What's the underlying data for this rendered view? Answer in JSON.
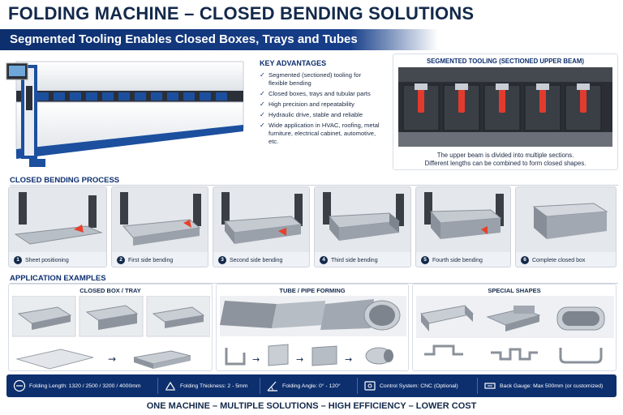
{
  "header": {
    "title": "FOLDING MACHINE – CLOSED BENDING SOLUTIONS",
    "subtitle": "Segmented Tooling Enables Closed Boxes, Trays and Tubes"
  },
  "advantages": {
    "heading": "KEY ADVANTAGES",
    "items": [
      "Segmented (sectioned) tooling for flexible bending",
      "Closed boxes, trays and tubular parts",
      "High precision and repeatability",
      "Hydraulic drive, stable and reliable",
      "Wide application in HVAC, roofing, metal furniture, electrical cabinet, automotive, etc."
    ]
  },
  "tooling": {
    "heading": "SEGMENTED TOOLING (SECTIONED UPPER BEAM)",
    "caption_1": "The upper beam is divided into multiple sections.",
    "caption_2": "Different lengths can be combined to form closed shapes."
  },
  "process": {
    "heading": "CLOSED BENDING PROCESS",
    "steps": [
      {
        "num": "1",
        "label": "Sheet positioning"
      },
      {
        "num": "2",
        "label": "First side bending"
      },
      {
        "num": "3",
        "label": "Second side bending"
      },
      {
        "num": "4",
        "label": "Third side bending"
      },
      {
        "num": "5",
        "label": "Fourth side bending"
      },
      {
        "num": "6",
        "label": "Complete closed box"
      }
    ]
  },
  "applications": {
    "heading": "APPLICATION EXAMPLES",
    "groups": {
      "box": "CLOSED BOX / TRAY",
      "tube": "TUBE / PIPE FORMING",
      "special": "SPECIAL SHAPES"
    }
  },
  "specs": [
    {
      "icon": "length-icon",
      "label": "Folding Length: 1320 / 2500 / 3200 / 4000mm"
    },
    {
      "icon": "thickness-icon",
      "label": "Folding Thickness: 2 - 5mm"
    },
    {
      "icon": "angle-icon",
      "label": "Folding Angle: 0° - 120°"
    },
    {
      "icon": "control-icon",
      "label": "Control System: CNC (Optional)"
    },
    {
      "icon": "gauge-icon",
      "label": "Back Gauge: Max 500mm (or customized)"
    }
  ],
  "footer": "ONE MACHINE – MULTIPLE SOLUTIONS – HIGH EFFICIENCY – LOWER COST",
  "colors": {
    "navy": "#0d2f6e",
    "accent": "#e8402a",
    "steel": "#b9bfc7"
  }
}
